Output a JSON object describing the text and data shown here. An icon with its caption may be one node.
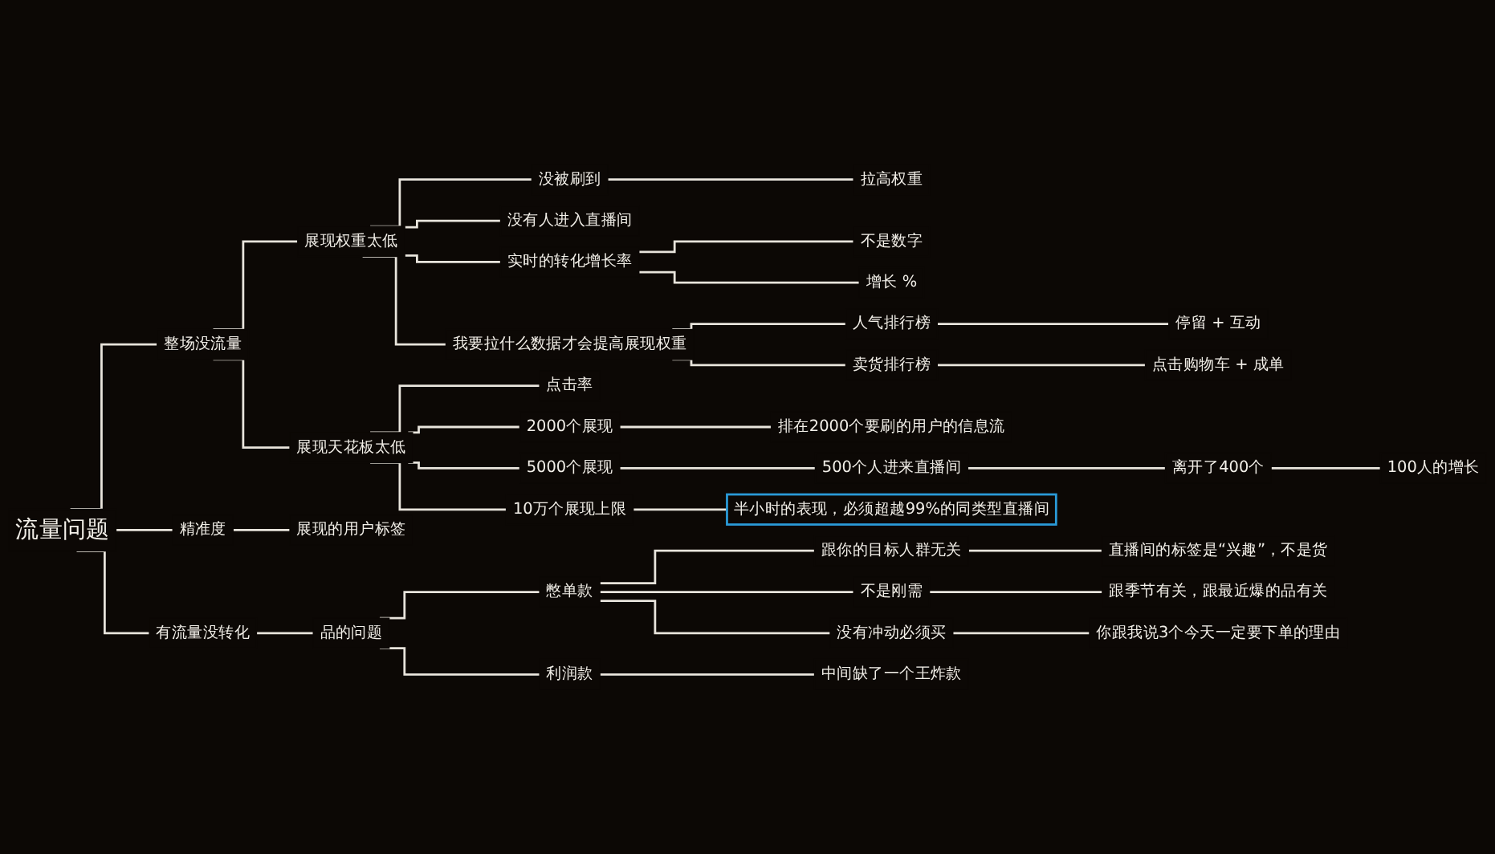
{
  "diagram": {
    "nodes": [
      {
        "text": [
          "流量问题"
        ]
      },
      {
        "text": [
          "整场没流量"
        ]
      },
      {
        "text": [
          "展现权重太低"
        ]
      },
      {
        "text": [
          "没被刷到"
        ]
      },
      {
        "text": [
          "拉高权重"
        ]
      },
      {
        "text": [
          "没有人进入直播间"
        ]
      },
      {
        "text": [
          "实时的转化增长率"
        ]
      },
      {
        "text": [
          "不是数字"
        ]
      },
      {
        "text": [
          "增长 %"
        ]
      },
      {
        "text": [
          "我要拉什么数据才会提高展现权重"
        ]
      },
      {
        "text": [
          "人气排行榜"
        ]
      },
      {
        "text": [
          "停留 + 互动"
        ]
      },
      {
        "text": [
          "卖货排行榜"
        ]
      },
      {
        "text": [
          "点击购物车 + 成单"
        ]
      },
      {
        "text": [
          "展现天花板太低"
        ]
      },
      {
        "text": [
          "点击率"
        ]
      },
      {
        "text": [
          "2000个展现"
        ]
      },
      {
        "text": [
          "排在2000个要刷的用户的信息流"
        ]
      },
      {
        "text": [
          "5000个展现"
        ]
      },
      {
        "text": [
          "500个人进来直播间"
        ]
      },
      {
        "text": [
          "离开了400个"
        ]
      },
      {
        "text": [
          "100人的增长"
        ]
      },
      {
        "text": [
          "10万个展现上限"
        ]
      },
      {
        "text": [
          "半小时的表现，必须超越99%的同类型直播间"
        ]
      },
      {
        "text": [
          "精准度"
        ]
      },
      {
        "text": [
          "展现的用户标签"
        ]
      },
      {
        "text": [
          "有流量没转化"
        ]
      },
      {
        "text": [
          "品的问题"
        ]
      },
      {
        "text": [
          "憋单款"
        ]
      },
      {
        "text": [
          "跟你的目标人群无关"
        ]
      },
      {
        "text": [
          "直播间的标签是“兴趣”，不是货"
        ]
      },
      {
        "text": [
          "不是刚需"
        ]
      },
      {
        "text": [
          "跟季节有关，跟最近爆的品有关"
        ]
      },
      {
        "text": [
          "没有冲动必须买"
        ]
      },
      {
        "text": [
          "你跟我说3个今天一定要下单的理由"
        ]
      },
      {
        "text": [
          "利润款"
        ]
      },
      {
        "text": [
          "中间缺了一个王炸款"
        ]
      }
    ],
    "edges": [
      {
        "from": 0,
        "to": 1,
        "arrow": "none"
      },
      {
        "from": 1,
        "to": 2,
        "arrow": "none"
      },
      {
        "from": 2,
        "to": 3,
        "arrow": "none"
      },
      {
        "from": 3,
        "to": 4,
        "arrow": "none"
      },
      {
        "from": 2,
        "to": 5,
        "arrow": "none"
      },
      {
        "from": 2,
        "to": 6,
        "arrow": "none"
      },
      {
        "from": 6,
        "to": 7,
        "arrow": "none"
      },
      {
        "from": 6,
        "to": 8,
        "arrow": "none"
      },
      {
        "from": 2,
        "to": 9,
        "arrow": "none"
      },
      {
        "from": 9,
        "to": 10,
        "arrow": "none"
      },
      {
        "from": 10,
        "to": 11,
        "arrow": "none"
      },
      {
        "from": 9,
        "to": 12,
        "arrow": "none"
      },
      {
        "from": 12,
        "to": 13,
        "arrow": "none"
      },
      {
        "from": 1,
        "to": 14,
        "arrow": "none"
      },
      {
        "from": 14,
        "to": 15,
        "arrow": "none"
      },
      {
        "from": 14,
        "to": 16,
        "arrow": "none"
      },
      {
        "from": 16,
        "to": 17,
        "arrow": "none"
      },
      {
        "from": 14,
        "to": 18,
        "arrow": "none"
      },
      {
        "from": 18,
        "to": 19,
        "arrow": "none"
      },
      {
        "from": 19,
        "to": 20,
        "arrow": "none"
      },
      {
        "from": 20,
        "to": 21,
        "arrow": "none"
      },
      {
        "from": 14,
        "to": 22,
        "arrow": "none"
      },
      {
        "from": 22,
        "to": 23,
        "arrow": "none"
      },
      {
        "from": 0,
        "to": 24,
        "arrow": "none"
      },
      {
        "from": 24,
        "to": 25,
        "arrow": "none"
      },
      {
        "from": 0,
        "to": 26,
        "arrow": "none"
      },
      {
        "from": 26,
        "to": 27,
        "arrow": "none"
      },
      {
        "from": 27,
        "to": 28,
        "arrow": "none"
      },
      {
        "from": 28,
        "to": 29,
        "arrow": "none"
      },
      {
        "from": 29,
        "to": 30,
        "arrow": "none"
      },
      {
        "from": 28,
        "to": 31,
        "arrow": "none"
      },
      {
        "from": 31,
        "to": 32,
        "arrow": "none"
      },
      {
        "from": 28,
        "to": 33,
        "arrow": "none"
      },
      {
        "from": 33,
        "to": 34,
        "arrow": "none"
      },
      {
        "from": 27,
        "to": 35,
        "arrow": "none"
      },
      {
        "from": 35,
        "to": 36,
        "arrow": "none"
      }
    ]
  }
}
